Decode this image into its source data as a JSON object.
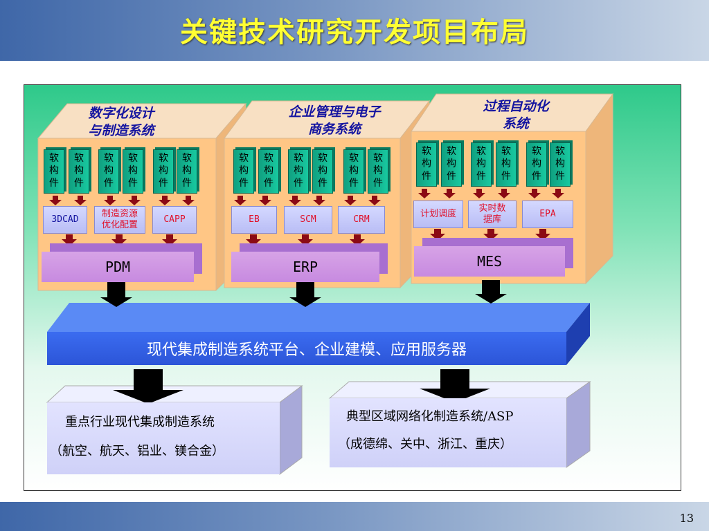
{
  "page": {
    "title": "关键技术研究开发项目布局",
    "page_number": "13"
  },
  "modules": [
    {
      "header_line1": "数字化设计",
      "header_line2": "与制造系统",
      "soft_label_1": "软",
      "soft_label_2": "构",
      "soft_label_3": "件",
      "components": [
        "3DCAD",
        "制造资源\n优化配置",
        "CAPP"
      ],
      "system": "PDM"
    },
    {
      "header_line1": "企业管理与电子",
      "header_line2": "商务系统",
      "soft_label_1": "软",
      "soft_label_2": "构",
      "soft_label_3": "件",
      "components": [
        "EB",
        "SCM",
        "CRM"
      ],
      "system": "ERP"
    },
    {
      "header_line1": "过程自动化",
      "header_line2": "系统",
      "soft_label_1": "软",
      "soft_label_2": "构",
      "soft_label_3": "件",
      "components": [
        "计划调度",
        "实时数\n据库",
        "EPA"
      ],
      "system": "MES"
    }
  ],
  "platform": {
    "label": "现代集成制造系统平台、企业建模、应用服务器"
  },
  "outputs": [
    {
      "line1": "重点行业现代集成制造系统",
      "line2": "（航空、航天、铝业、镁合金）"
    },
    {
      "line1": "典型区域网络化制造系统/ASP",
      "line2": "（成德绵、关中、浙江、重庆）"
    }
  ],
  "colors": {
    "title": "#ffff33",
    "header_text": "#1414a0",
    "component_red": "#e0102a",
    "platform": "#2f5de0"
  }
}
